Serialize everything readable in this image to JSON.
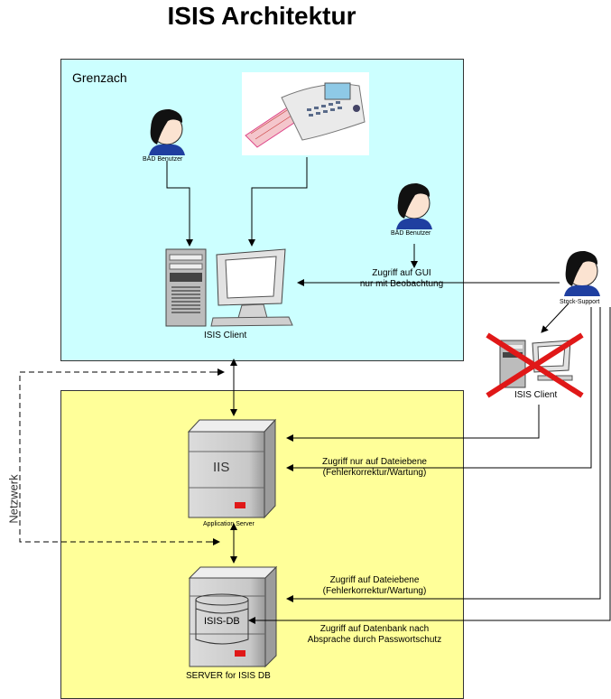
{
  "title": "ISIS Architektur",
  "regions": {
    "site": "Grenzach"
  },
  "labels": {
    "user1": "BÄD Benutzer",
    "user2": "BÄD Benutzer",
    "support": "Stock-Support",
    "client": "ISIS Client",
    "client_remote": "ISIS Client",
    "iis": "IIS",
    "app_server": "Application Server",
    "db": "ISIS-DB",
    "db_server": "SERVER for ISIS DB",
    "network": "Netzwerk"
  },
  "annotations": {
    "gui_access_1": "Zugriff auf GUI",
    "gui_access_2": "nur mit Beobachtung",
    "file_access_app_1": "Zugriff nur auf Dateiebene",
    "file_access_app_2": "(Fehlerkorrektur/Wartung)",
    "file_access_db_1": "Zugriff auf Dateiebene",
    "file_access_db_2": "(Fehlerkorrektur/Wartung)",
    "db_access_1": "Zugriff auf Datenbank nach",
    "db_access_2": "Absprache durch Passwortschutz"
  }
}
